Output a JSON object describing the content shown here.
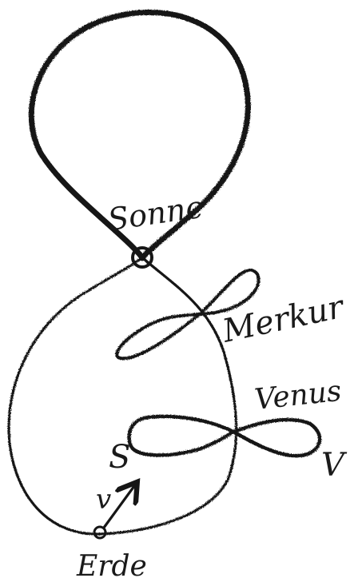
{
  "labels": {
    "sun": "Sonne",
    "mercury": "Merkur",
    "venus": "Venus",
    "venus_s": "S",
    "venus_v": "V",
    "earth": "Erde",
    "velocity": "v"
  },
  "colors": {
    "ink": "#161616",
    "background": "#ffffff"
  }
}
